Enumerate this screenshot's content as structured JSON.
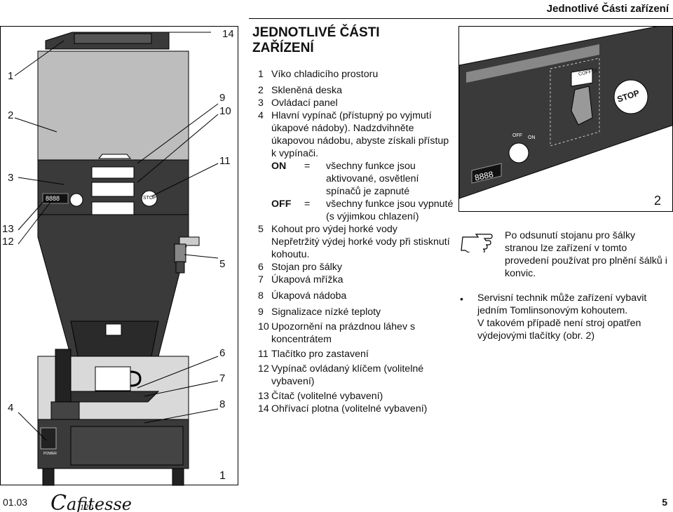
{
  "header": {
    "title": "Jednotlivé Části zařízení"
  },
  "section": {
    "title": "JEDNOTLIVÉ ČÁSTI ZAŘÍZENÍ"
  },
  "parts": {
    "p1": "Víko chladicího prostoru",
    "p2": "Skleněná deska",
    "p3": "Ovládací panel",
    "p4": "Hlavní vypínač (přístupný po vyjmutí úkapové nádoby). Nadzdvihněte úkapovou nádobu, abyste získali přístup k vypínači.",
    "on_key": "ON",
    "on_desc": "všechny funkce jsou aktivované, osvětlení spínačů je zapnuté",
    "off_key": "OFF",
    "off_desc": "všechny funkce jsou vypnuté (s výjimkou chlazení)",
    "eq": "=",
    "p5": "Kohout pro výdej horké vody",
    "p5b": "Nepřetržitý výdej horké vody při stisknutí kohoutu.",
    "p6": "Stojan pro šálky",
    "p7": "Úkapová mřížka",
    "p8": "Úkapová nádoba",
    "p9": "Signalizace nízké teploty",
    "p10": "Upozornění na prázdnou láhev s koncentrátem",
    "p11": "Tlačítko pro zastavení",
    "p12": "Vypínač ovládaný klíčem (volitelné vybavení)",
    "p13": "Čítač (volitelné vybavení)",
    "p14": "Ohřívací plotna (volitelné vybavení)"
  },
  "figure1": {
    "caption_number": "1",
    "callouts": [
      "1",
      "2",
      "3",
      "13",
      "12",
      "4",
      "14",
      "9",
      "10",
      "11",
      "5",
      "6",
      "7",
      "8"
    ],
    "counter": "8888",
    "stop": "STOP",
    "power": "POWER"
  },
  "figure2": {
    "caption_number": "2",
    "counter": "8888",
    "coffee": "COFFEE",
    "stop": "STOP",
    "off": "OFF",
    "on": "ON"
  },
  "note": {
    "text": "Po odsunutí stojanu pro šálky stranou lze zařízení v tomto provedení používat pro plnění šálků i konvic.",
    "hand_icon": "pointing-hand-icon"
  },
  "bullet": {
    "line1": "Servisní technik může zařízení vybavit jedním Tomlinsonovým kohoutem.",
    "line2": "V takovém případě není stroj opatřen výdejovými tlačítky (obr. 2)"
  },
  "footer": {
    "version": "01.03",
    "page": "5",
    "logo": "afitesse",
    "logo_sub": "120"
  },
  "colors": {
    "panel_dark": "#3a3a3a",
    "body_grey": "#bdbdbd",
    "light_grey": "#d9d9d9"
  }
}
